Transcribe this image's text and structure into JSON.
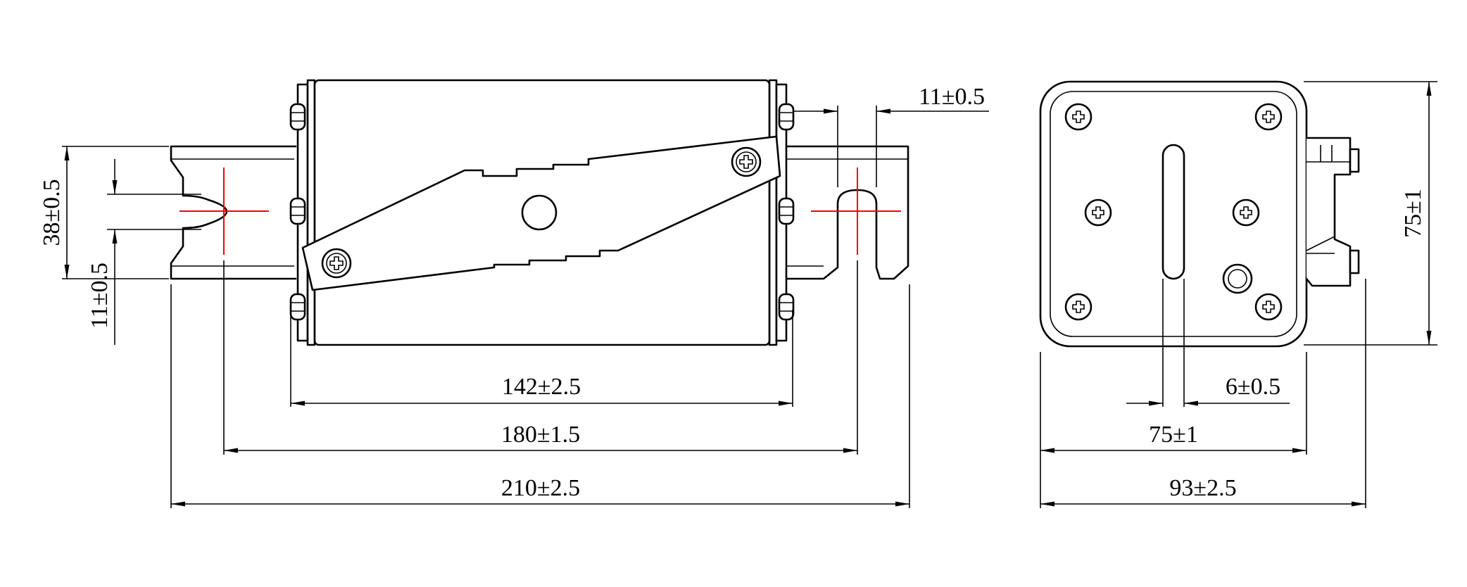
{
  "dimensions": {
    "body_length": "142±2.5",
    "hole_spacing": "180±1.5",
    "overall_length": "210±2.5",
    "slot_width_right": "11±0.5",
    "blade_height": "38±0.5",
    "slot_height_left": "11±0.5",
    "height_side": "75±1",
    "indicator_width": "6±0.5",
    "body_width_side": "75±1",
    "overall_width_side": "93±2.5"
  },
  "colors": {
    "line": "#000000",
    "centerline": "#ff0000",
    "background": "#ffffff"
  }
}
